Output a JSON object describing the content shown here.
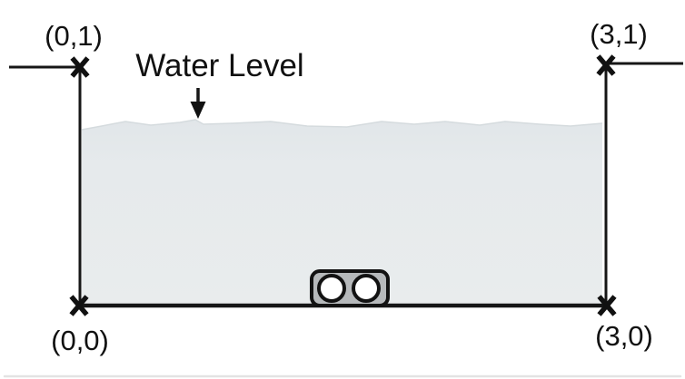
{
  "figure": {
    "water_level_label": "Water Level",
    "corners": {
      "top_left": "(0,1)",
      "top_right": "(3,1)",
      "bottom_left": "(0,0)",
      "bottom_right": "(3,0)"
    },
    "colors": {
      "line": "#161616",
      "water_surface": "#dfe5e8",
      "water_body": "#e7ebec",
      "drain_fill": "#b6b9bb",
      "drain_hole": "#ffffff",
      "page_edge": "#e3e3e3"
    }
  }
}
